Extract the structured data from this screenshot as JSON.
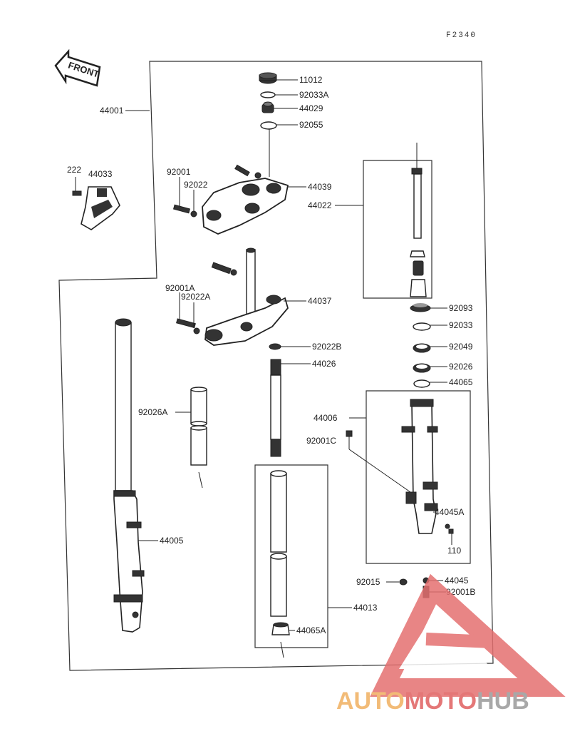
{
  "diagram_code": "F2340",
  "front_arrow": "FRONT",
  "labels": {
    "p11012": "11012",
    "p92033A": "92033A",
    "p44029": "44029",
    "p92055": "92055",
    "p222": "222",
    "p44033": "44033",
    "p44001": "44001",
    "p92001": "92001",
    "p92022": "92022",
    "p44039": "44039",
    "p44022": "44022",
    "p92001A": "92001A",
    "p92022A": "92022A",
    "p44037": "44037",
    "p92093": "92093",
    "p92033": "92033",
    "p92022B": "92022B",
    "p92049": "92049",
    "p44026": "44026",
    "p92026": "92026",
    "p44065": "44065",
    "p92026A": "92026A",
    "p44006": "44006",
    "p92001C": "92001C",
    "p44045A": "44045A",
    "p44005": "44005",
    "p110": "110",
    "p92015": "92015",
    "p44045": "44045",
    "p92001B": "92001B",
    "p44013": "44013",
    "p44065A": "44065A"
  },
  "watermark": {
    "part1": "AUTO",
    "part2": "MOTO",
    "part3": "HUB",
    "color_orange": "#f0b060",
    "color_red": "#e06060",
    "color_gray": "#9a9a9a"
  }
}
